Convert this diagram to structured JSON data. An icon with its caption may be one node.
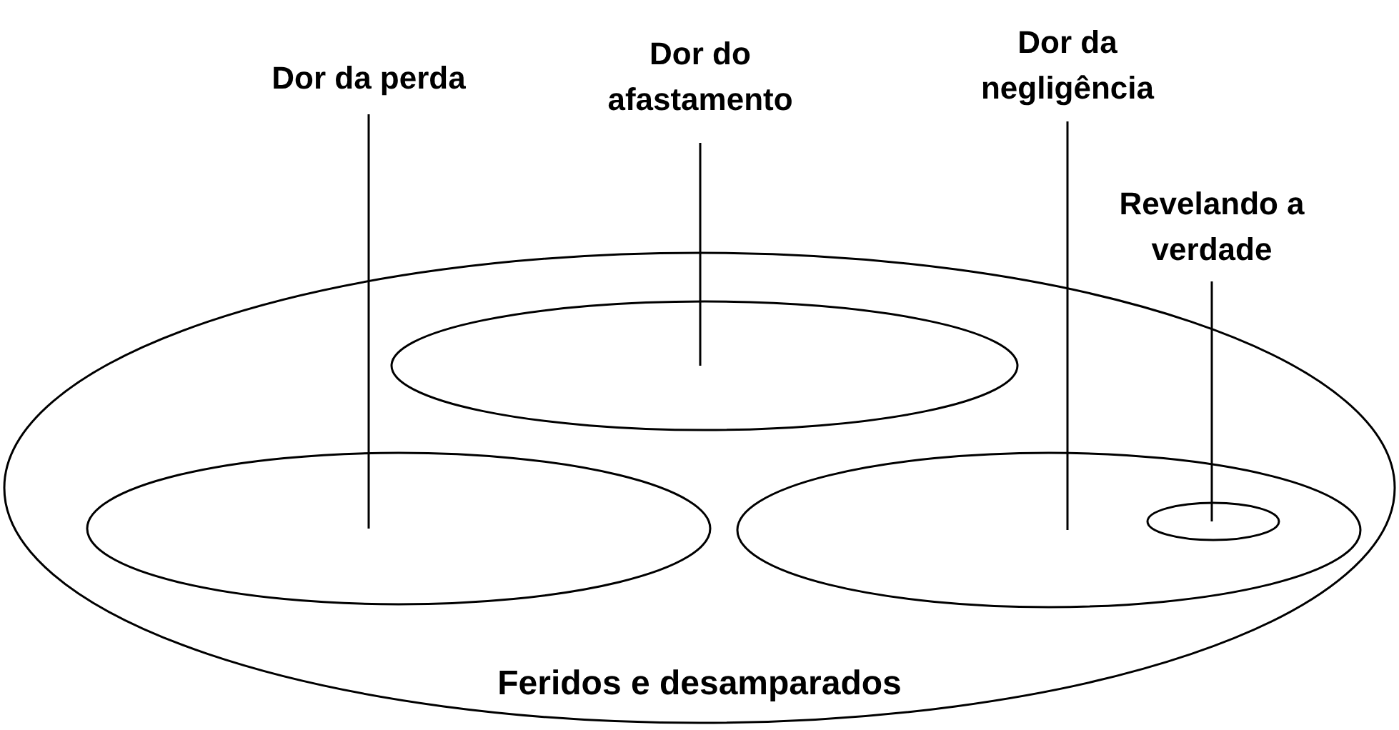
{
  "diagram": {
    "nodes": [
      {
        "text": [
          "Feridos e desamparados"
        ]
      },
      {
        "text": [
          "Dor da perda"
        ]
      },
      {
        "text": [
          "Dor do afastamento"
        ]
      },
      {
        "text": [
          "Dor da negligência"
        ]
      },
      {
        "text": [
          "Revelando a verdade"
        ]
      },
      {
        "text": [],
        "shape": "ellipse",
        "in": 0
      },
      {
        "text": [],
        "shape": "ellipse",
        "in": 0
      },
      {
        "text": [],
        "shape": "ellipse",
        "in": 0
      },
      {
        "text": [],
        "shape": "ellipse",
        "in": 7
      }
    ],
    "edges": [
      {
        "from": 1,
        "to": 6,
        "arrow": "none"
      },
      {
        "from": 2,
        "to": 5,
        "arrow": "none"
      },
      {
        "from": 3,
        "to": 7,
        "arrow": "none"
      },
      {
        "from": 4,
        "to": 8,
        "arrow": "none"
      }
    ]
  }
}
